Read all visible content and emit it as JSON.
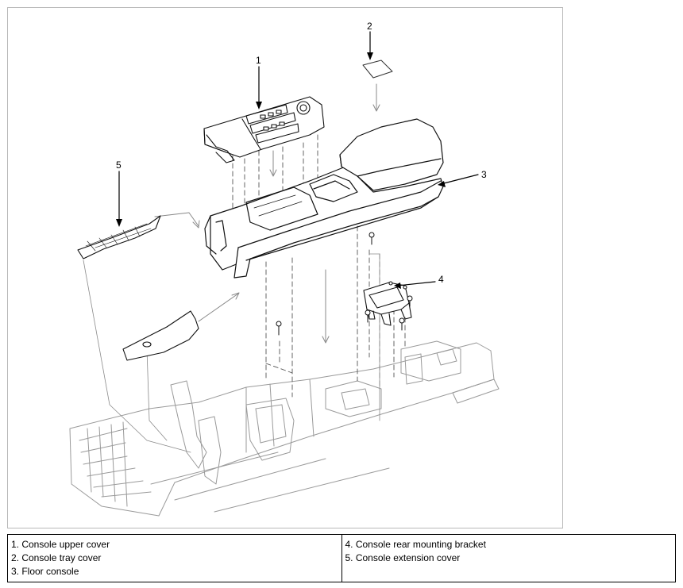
{
  "callouts": [
    "1",
    "2",
    "3",
    "4",
    "5"
  ],
  "legend": {
    "left": [
      "1. Console upper cover",
      "2. Console tray cover",
      "3. Floor console"
    ],
    "right": [
      "4. Console rear mounting bracket",
      "5. Console extension cover"
    ]
  }
}
